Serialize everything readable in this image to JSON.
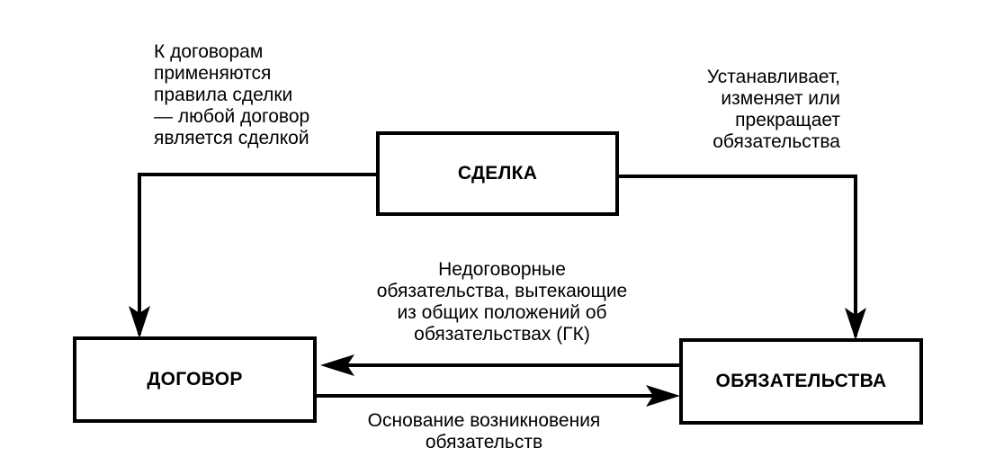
{
  "nodes": {
    "deal": {
      "label": "СДЕЛКА"
    },
    "contract": {
      "label": "ДОГОВОР"
    },
    "obligations": {
      "label": "ОБЯЗАТЕЛЬСТВА"
    }
  },
  "edges": {
    "deal_to_contract": {
      "lines": [
        "К договорам",
        "применяются",
        "правила сделки",
        "— любой договор",
        "является сделкой"
      ]
    },
    "deal_to_obligations": {
      "lines": [
        "Устанавливает,",
        "изменяет или",
        "прекращает",
        "обязательства"
      ]
    },
    "obligations_to_contract": {
      "lines": [
        "Недоговорные",
        "обязательства, вытекающие",
        "из общих положений об",
        "обязательствах (ГК)"
      ]
    },
    "contract_to_obligations": {
      "lines": [
        "Основание возникновения",
        "обязательств"
      ]
    }
  },
  "colors": {
    "stroke": "#000000",
    "background": "#ffffff"
  }
}
